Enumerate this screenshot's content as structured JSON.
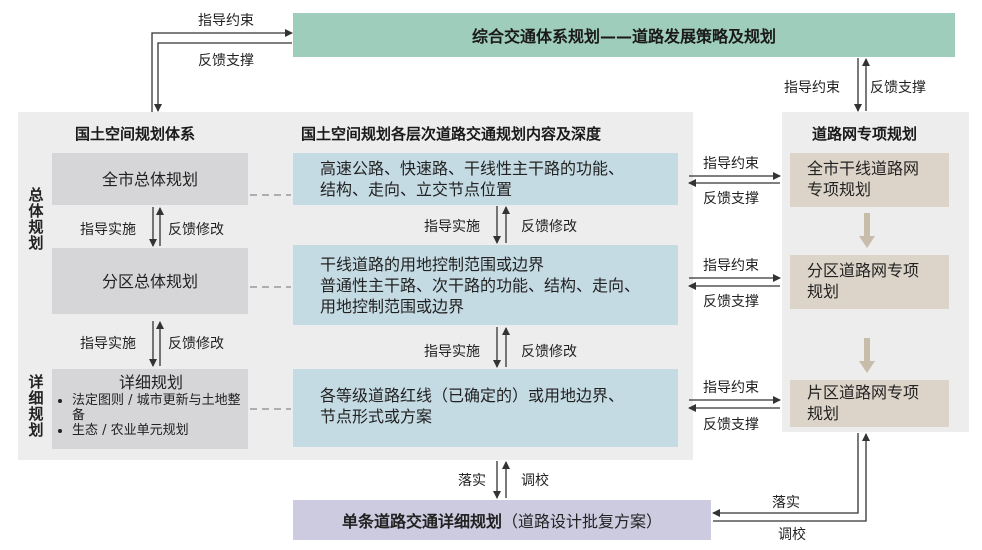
{
  "top": {
    "title": "综合交通体系规划——道路发展策略及规划",
    "guide": "指导约束",
    "feedback": "反馈支撑"
  },
  "left_panel": {
    "title": "国土空间规划体系",
    "group_master": "总体规划",
    "group_detail": "详细规划",
    "box_city": "全市总体规划",
    "box_district": "分区总体规划",
    "box_detail_title": "详细规划",
    "box_detail_items": [
      "法定图则 / 城市更新与土地整备",
      "生态 / 农业单元规划"
    ],
    "impl1": "指导实施",
    "fb1": "反馈修改",
    "impl2": "指导实施",
    "fb2": "反馈修改"
  },
  "mid_panel": {
    "title": "国土空间规划各层次道路交通规划内容及深度",
    "box1_lines": [
      "高速公路、快速路、干线性主干路的功能、",
      "结构、走向、立交节点位置"
    ],
    "box2_lines": [
      "干线道路的用地控制范围或边界",
      "普通性主干路、次干路的功能、结构、走向、",
      "用地控制范围或边界"
    ],
    "box3_lines": [
      "各等级道路红线（已确定的）或用地边界、",
      "节点形式或方案"
    ],
    "impl1": "指导实施",
    "fb1": "反馈修改",
    "impl2": "指导实施",
    "fb2": "反馈修改"
  },
  "links": [
    {
      "guide": "指导约束",
      "feedback": "反馈支撑"
    },
    {
      "guide": "指导约束",
      "feedback": "反馈支撑"
    },
    {
      "guide": "指导约束",
      "feedback": "反馈支撑"
    }
  ],
  "right_panel": {
    "title": "道路网专项规划",
    "top_guide": "指导约束",
    "top_feedback": "反馈支撑",
    "box1_lines": [
      "全市干线道路网",
      "专项规划"
    ],
    "box2_lines": [
      "分区道路网专项",
      "规划"
    ],
    "box3_lines": [
      "片区道路网专项",
      "规划"
    ]
  },
  "bottom": {
    "title_bold": "单条道路交通详细规划",
    "title_normal": "（道路设计批复方案）",
    "implement": "落实",
    "check": "调校",
    "right_implement": "落实",
    "right_check": "调校"
  },
  "colors": {
    "top_box": "#9fcdbc",
    "panel": "#ededee",
    "left_box": "#d6d6d8",
    "mid_box": "#c5dbe4",
    "right_box": "#dcd4c9",
    "bottom_box": "#cdcbe0",
    "arrow": "#333333",
    "down_arrow": "#c8bcaa"
  }
}
